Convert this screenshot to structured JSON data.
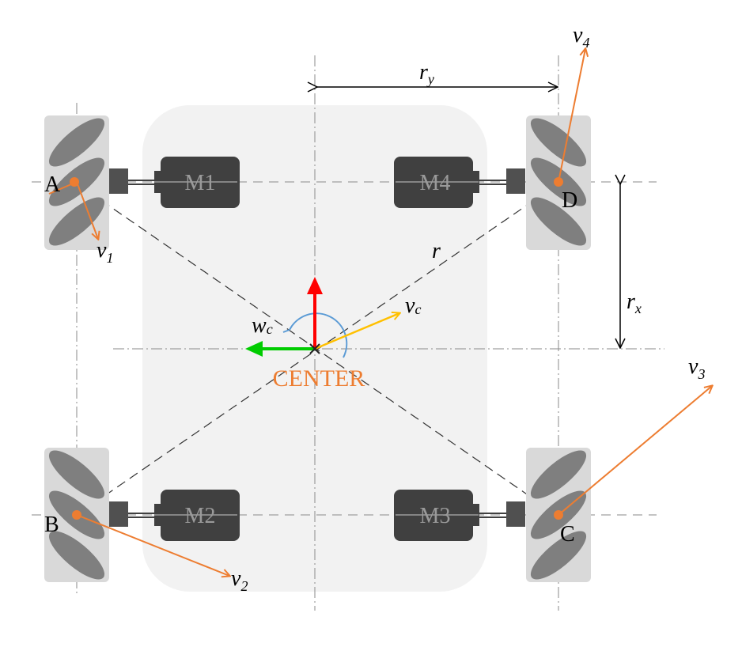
{
  "points": {
    "a": "A",
    "b": "B",
    "c": "C",
    "d": "D"
  },
  "motors": {
    "m1": "M1",
    "m2": "M2",
    "m3": "M3",
    "m4": "M4"
  },
  "center": "CENTER",
  "dims": {
    "r": "r",
    "rx": "r",
    "rx_sub": "x",
    "ry": "r",
    "ry_sub": "y"
  },
  "velocities": {
    "v1": "v",
    "v1_sub": "1",
    "v2": "v",
    "v2_sub": "2",
    "v3": "v",
    "v3_sub": "3",
    "v4": "v",
    "v4_sub": "4",
    "vc": "v",
    "vc_sub": "c",
    "wc": "w",
    "wc_sub": "c"
  },
  "colors": {
    "body": "#f2f2f2",
    "wheel": "#d9d9d9",
    "roller": "#7f7f7f",
    "motor": "#404040",
    "velocity": "#ed7d31",
    "x_axis": "#ff0000",
    "y_axis": "#00cc00",
    "vc": "#ffc000",
    "wc": "#5b9bd5"
  }
}
